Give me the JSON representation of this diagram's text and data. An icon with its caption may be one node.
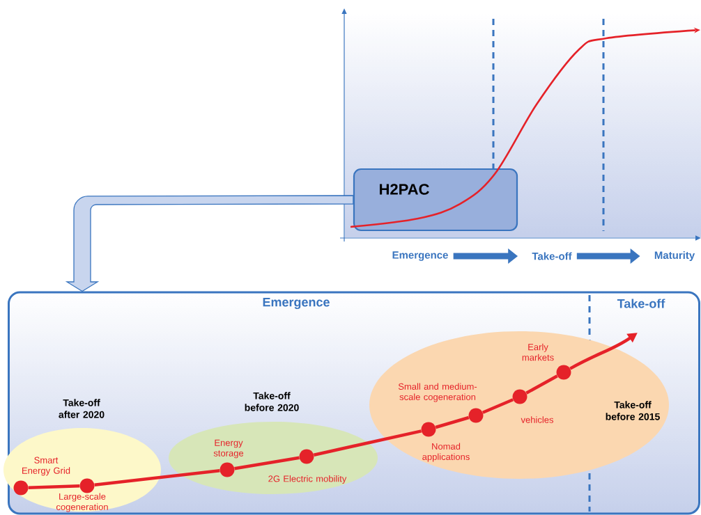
{
  "diagram": {
    "nodes": [
      {
        "text": [
          "H2PAC"
        ]
      },
      {
        "text": [
          "Emergence"
        ]
      },
      {
        "text": [
          "Take-off"
        ]
      },
      {
        "text": [
          "Maturity"
        ]
      },
      {
        "text": [
          "Emergence",
          "Take-off"
        ]
      },
      {
        "text": [
          "Take-off after 2020"
        ],
        "in": 4
      },
      {
        "text": [],
        "shape": "circle",
        "beside": [
          "Smart Energy Grid"
        ],
        "in": 5
      },
      {
        "text": [],
        "shape": "circle",
        "beside": [
          "Large-scale cogeneration"
        ],
        "in": 5
      },
      {
        "text": [
          "Take-off before 2020"
        ],
        "in": 4
      },
      {
        "text": [],
        "shape": "circle",
        "beside": [
          "Energy storage"
        ],
        "in": 8
      },
      {
        "text": [],
        "shape": "circle",
        "beside": [
          "2G Electric mobility"
        ],
        "in": 8
      },
      {
        "text": [
          "Take-off before 2015"
        ],
        "in": 4
      },
      {
        "text": [],
        "shape": "circle",
        "beside": [
          "Nomad applications"
        ],
        "in": 11
      },
      {
        "text": [],
        "shape": "circle",
        "beside": [
          "Small and medium-scale cogeneration"
        ],
        "in": 11
      },
      {
        "text": [],
        "shape": "circle",
        "beside": [
          "vehicles"
        ],
        "in": 11
      },
      {
        "text": [],
        "shape": "circle",
        "beside": [
          "Early markets"
        ],
        "in": 11
      }
    ],
    "edges": [
      {
        "from": 0,
        "to": 4,
        "arrow": "to",
        "style": "thick",
        "color": "#3a75bf"
      },
      {
        "from": 1,
        "to": 2,
        "arrow": "to",
        "style": "thick",
        "color": "#3a75bf"
      },
      {
        "from": 2,
        "to": 3,
        "arrow": "to",
        "style": "thick",
        "color": "#3a75bf"
      },
      {
        "from": 6,
        "to": 7,
        "arrow": "none"
      },
      {
        "from": 7,
        "to": 9,
        "arrow": "none"
      },
      {
        "from": 9,
        "to": 10,
        "arrow": "none"
      },
      {
        "from": 10,
        "to": 12,
        "arrow": "none"
      },
      {
        "from": 12,
        "to": 13,
        "arrow": "none"
      },
      {
        "from": 13,
        "to": 14,
        "arrow": "none"
      },
      {
        "from": 14,
        "to": 15,
        "arrow": "none"
      },
      {
        "from": 15,
        "to": null,
        "arrow": "to"
      }
    ]
  }
}
